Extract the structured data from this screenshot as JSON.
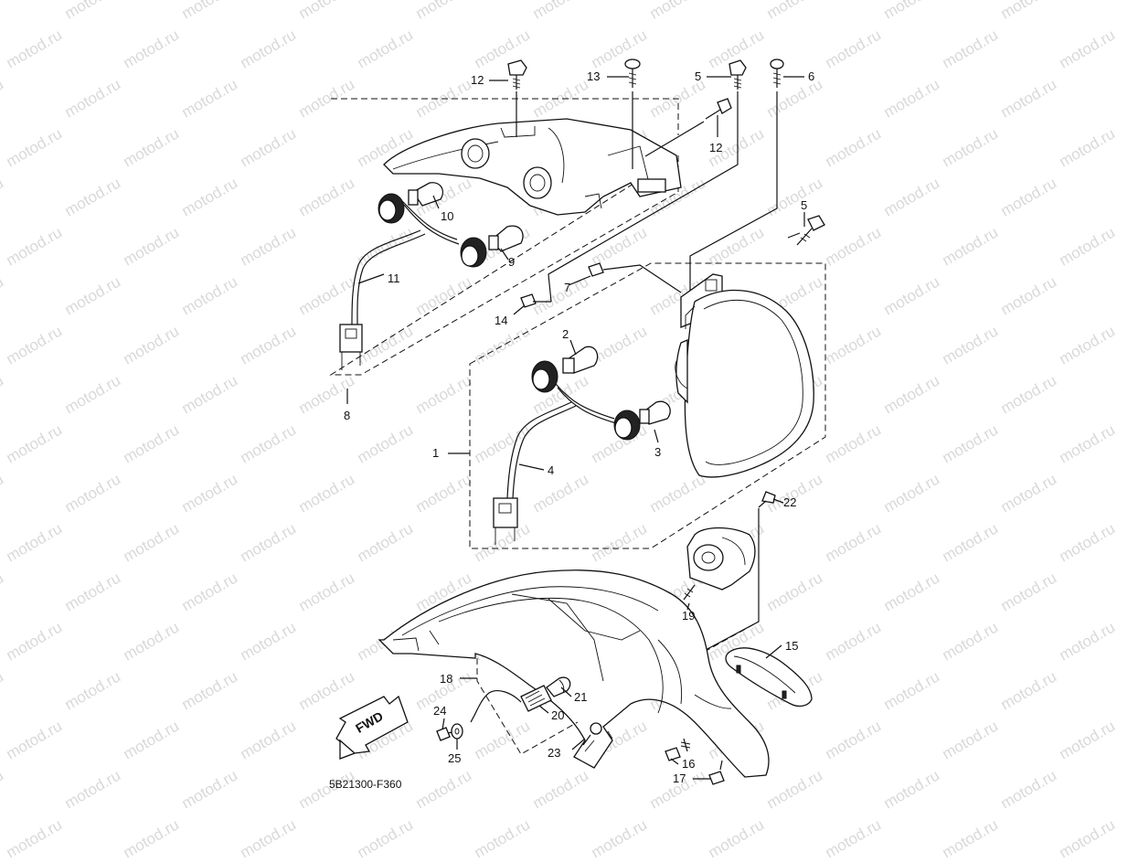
{
  "watermark": {
    "text": "motod.ru"
  },
  "drawing_code": "5B21300-F360",
  "fwd_label": "FWD",
  "callouts": [
    {
      "id": "c12a",
      "text": "12"
    },
    {
      "id": "c13",
      "text": "13"
    },
    {
      "id": "c5a",
      "text": "5"
    },
    {
      "id": "c6",
      "text": "6"
    },
    {
      "id": "c12b",
      "text": "12"
    },
    {
      "id": "c10",
      "text": "10"
    },
    {
      "id": "c9",
      "text": "9"
    },
    {
      "id": "c11",
      "text": "11"
    },
    {
      "id": "c5b",
      "text": "5"
    },
    {
      "id": "c7",
      "text": "7"
    },
    {
      "id": "c14",
      "text": "14"
    },
    {
      "id": "c2",
      "text": "2"
    },
    {
      "id": "c8",
      "text": "8"
    },
    {
      "id": "c3",
      "text": "3"
    },
    {
      "id": "c1",
      "text": "1"
    },
    {
      "id": "c4",
      "text": "4"
    },
    {
      "id": "c22",
      "text": "22"
    },
    {
      "id": "c19",
      "text": "19"
    },
    {
      "id": "c15",
      "text": "15"
    },
    {
      "id": "c18",
      "text": "18"
    },
    {
      "id": "c21",
      "text": "21"
    },
    {
      "id": "c20",
      "text": "20"
    },
    {
      "id": "c24",
      "text": "24"
    },
    {
      "id": "c23",
      "text": "23"
    },
    {
      "id": "c25",
      "text": "25"
    },
    {
      "id": "c16",
      "text": "16"
    },
    {
      "id": "c17",
      "text": "17"
    }
  ]
}
